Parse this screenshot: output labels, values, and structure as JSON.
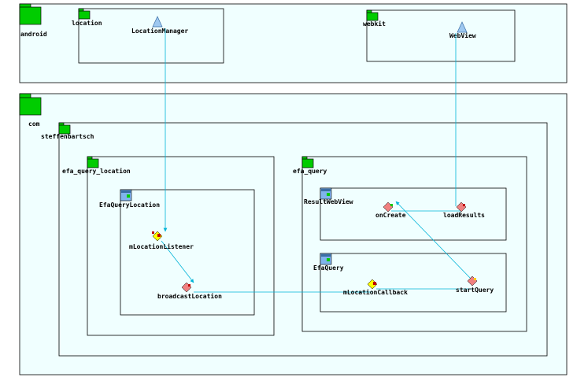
{
  "packages": {
    "android": "android",
    "location": "location",
    "webkit": "webkit",
    "com": "com",
    "steffenbartsch": "steffenbartsch",
    "efa_query_location": "efa_query_location",
    "efa_query": "efa_query"
  },
  "classes": {
    "location_manager": "LocationManager",
    "web_view": "WebView",
    "efa_query_location": "EfaQueryLocation",
    "result_web_view": "ResultWebView",
    "efa_query": "EfaQuery"
  },
  "members": {
    "m_location_listener": "mLocationListener",
    "broadcast_location": "broadcastLocation",
    "on_create": "onCreate",
    "load_results": "loadResults",
    "m_location_callback": "mLocationCallback",
    "start_query": "startQuery"
  },
  "colors": {
    "package_fill": "#f0ffff",
    "folder": "#00cc00",
    "edge": "#00b4d8",
    "method": "#f08080",
    "field": "#ffff00",
    "interface": "#9ec8f0"
  }
}
